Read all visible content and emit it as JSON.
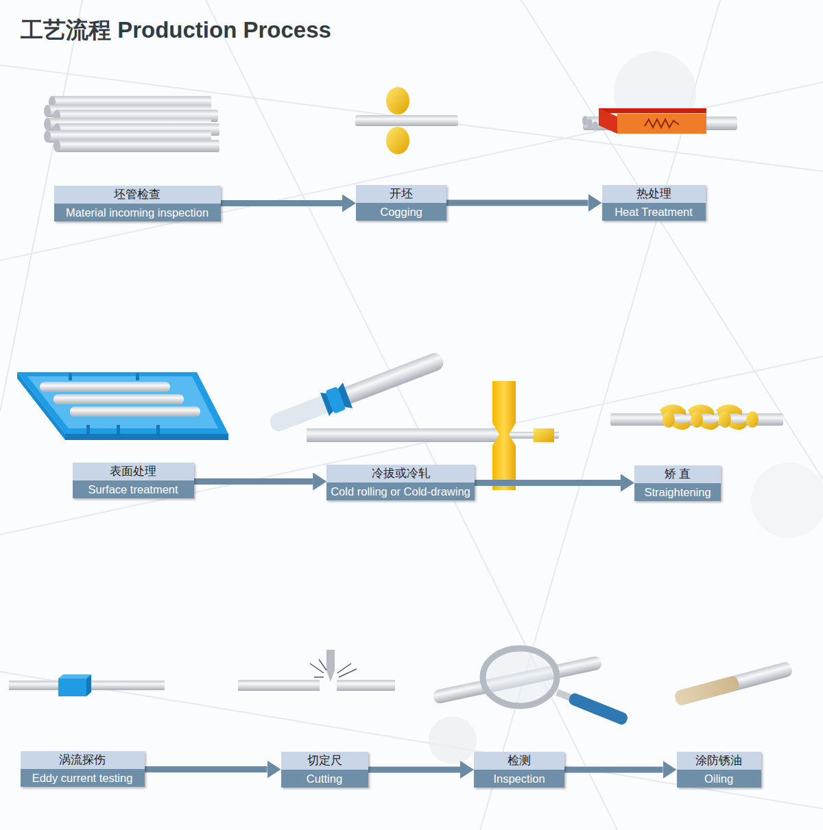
{
  "diagram": {
    "title": "工艺流程 Production Process",
    "nodes": [
      {
        "text": [
          "坯管检查",
          "Material incoming inspection"
        ]
      },
      {
        "text": [
          "开坯",
          "Cogging"
        ]
      },
      {
        "text": [
          "热处理",
          "Heat Treatment"
        ]
      },
      {
        "text": [
          "表面处理",
          "Surface treatment"
        ]
      },
      {
        "text": [
          "冷拔或冷轧",
          "Cold rolling or Cold-drawing"
        ]
      },
      {
        "text": [
          "矫 直",
          "Straightening"
        ]
      },
      {
        "text": [
          "涡流探伤",
          "Eddy current testing"
        ]
      },
      {
        "text": [
          "切定尺",
          "Cutting"
        ]
      },
      {
        "text": [
          "检测",
          "Inspection"
        ]
      },
      {
        "text": [
          "涂防锈油",
          "Oiling"
        ]
      }
    ],
    "edges": [
      {
        "from": 0,
        "to": 1,
        "arrow": "to"
      },
      {
        "from": 1,
        "to": 2,
        "arrow": "to"
      },
      {
        "from": 3,
        "to": 4,
        "arrow": "to"
      },
      {
        "from": 4,
        "to": 5,
        "arrow": "to"
      },
      {
        "from": 6,
        "to": 7,
        "arrow": "to"
      },
      {
        "from": 7,
        "to": 8,
        "arrow": "to"
      },
      {
        "from": 8,
        "to": 9,
        "arrow": "to"
      }
    ]
  }
}
